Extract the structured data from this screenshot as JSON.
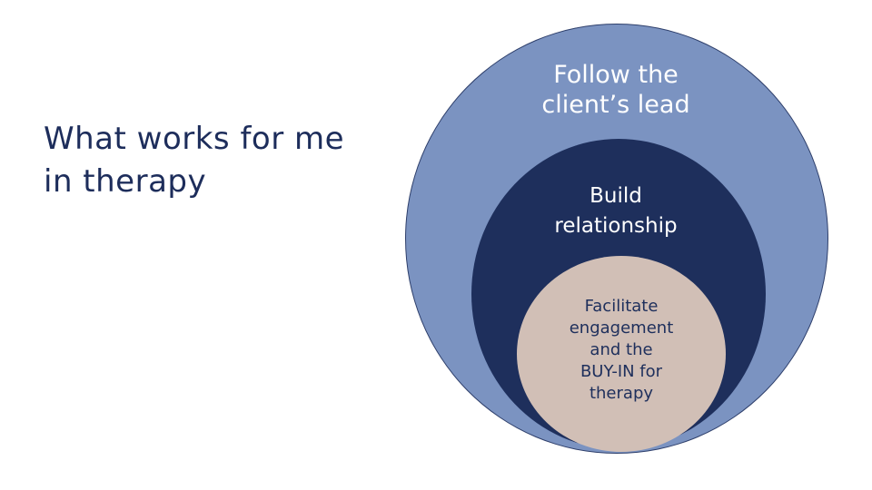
{
  "slide": {
    "title_lines": [
      "What works for me",
      "in therapy"
    ]
  },
  "diagram": {
    "type": "nested-circles",
    "colors": {
      "outer": "#7b93c1",
      "middle": "#1e2f5c",
      "inner": "#d1bfb6",
      "title_text": "#1d2d5b"
    },
    "outer": {
      "lines": [
        "Follow the",
        "client’s lead"
      ]
    },
    "middle": {
      "lines": [
        "Build",
        "relationship"
      ]
    },
    "inner": {
      "lines": [
        "Facilitate",
        "engagement",
        "and the",
        "BUY-IN for",
        "therapy"
      ]
    }
  }
}
